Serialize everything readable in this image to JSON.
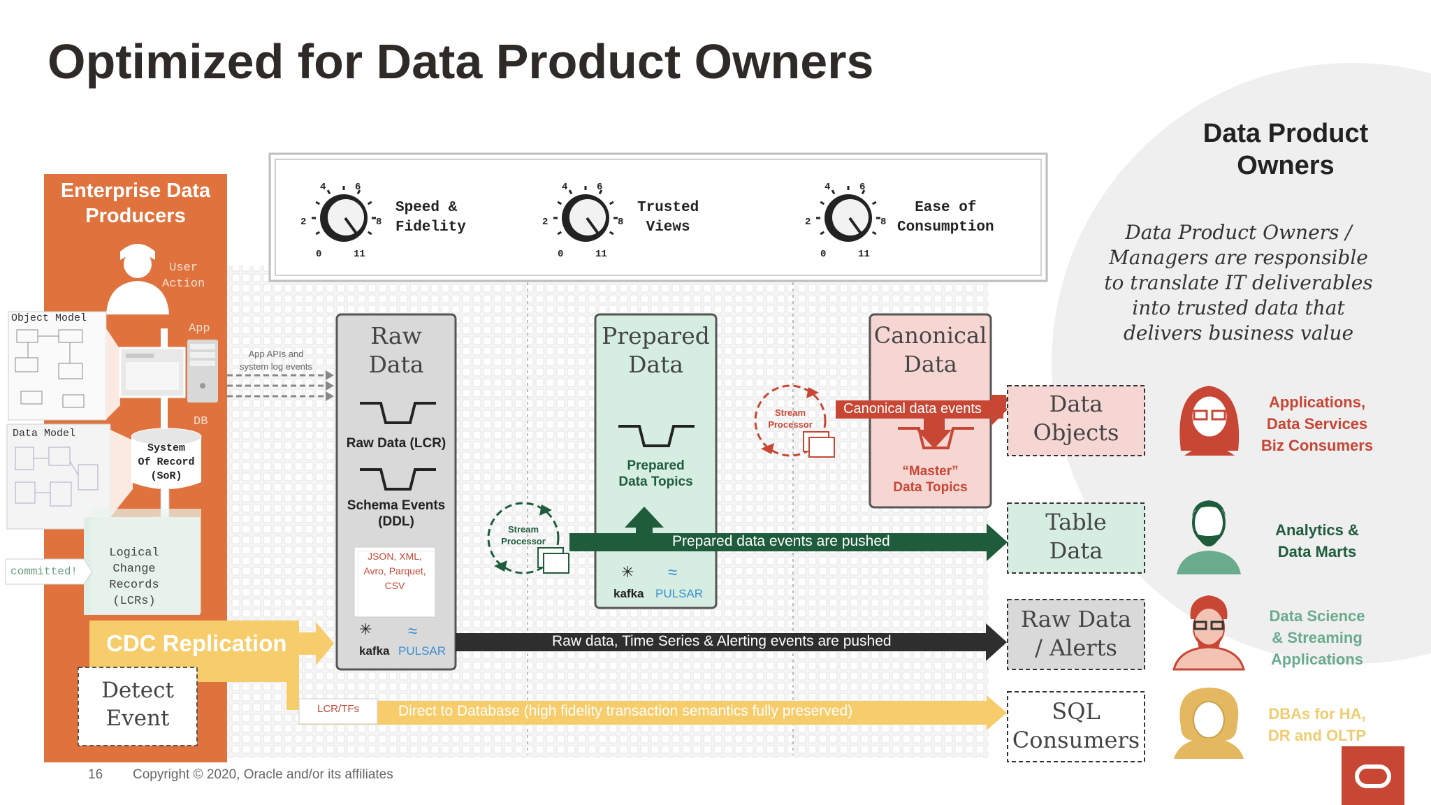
{
  "slide": {
    "title": "Optimized for Data Product Owners",
    "page_number": "16",
    "copyright": "Copyright © 2020, Oracle and/or its affiliates"
  },
  "knobs": [
    {
      "label_line1": "Speed &",
      "label_line2": "Fidelity"
    },
    {
      "label_line1": "Trusted",
      "label_line2": "Views"
    },
    {
      "label_line1": "Ease of",
      "label_line2": "Consumption"
    }
  ],
  "knob_scale": {
    "t0": "0",
    "t2": "2",
    "t4": "4",
    "t6": "6",
    "t8": "8",
    "t11": "11"
  },
  "producers": {
    "header_line1": "Enterprise Data",
    "header_line2": "Producers",
    "user_action_line1": "User",
    "user_action_line2": "Action",
    "app": "App",
    "db": "DB",
    "object_model": "Object Model",
    "data_model": "Data Model",
    "sor_line1": "System",
    "sor_line2": "Of Record",
    "sor_line3": "(SoR)",
    "lcr_line1": "Logical",
    "lcr_line2": "Change",
    "lcr_line3": "Records",
    "lcr_line4": "(LCRs)",
    "committed": "committed!",
    "cdc": "CDC Replication",
    "detect_line1": "Detect",
    "detect_line2": "Event",
    "app_apis_line1": "App APIs and",
    "app_apis_line2": "system log events",
    "lcr_tfs": "LCR/TFs"
  },
  "raw_data": {
    "title_line1": "Raw",
    "title_line2": "Data",
    "lcr": "Raw Data (LCR)",
    "schema_line1": "Schema Events",
    "schema_line2": "(DDL)",
    "formats_line1": "JSON, XML,",
    "formats_line2": "Avro, Parquet,",
    "formats_line3": "CSV",
    "kafka": "kafka",
    "pulsar": "PULSAR"
  },
  "prepared_data": {
    "title_line1": "Prepared",
    "title_line2": "Data",
    "topics_line1": "Prepared",
    "topics_line2": "Data Topics",
    "kafka": "kafka",
    "pulsar": "PULSAR"
  },
  "canonical_data": {
    "title_line1": "Canonical",
    "title_line2": "Data",
    "events": "Canonical data events",
    "master_line1": "“Master”",
    "master_line2": "Data Topics"
  },
  "stream_processor": {
    "line1": "Stream",
    "line2": "Processor"
  },
  "flows": {
    "prepared_pushed": "Prepared data events are pushed",
    "raw_pushed": "Raw data, Time Series & Alerting events are pushed",
    "direct_db": "Direct to Database (high fidelity transaction semantics fully preserved)"
  },
  "outputs": [
    {
      "line1": "Data",
      "line2": "Objects"
    },
    {
      "line1": "Table",
      "line2": "Data"
    },
    {
      "line1": "Raw Data",
      "line2": "/ Alerts"
    },
    {
      "line1": "SQL",
      "line2": "Consumers"
    }
  ],
  "owners": {
    "header_line1": "Data Product",
    "header_line2": "Owners",
    "desc_line1": "Data Product Owners /",
    "desc_line2": "Managers are responsible",
    "desc_line3": "to translate IT deliverables",
    "desc_line4": "into trusted data that",
    "desc_line5": "delivers business value"
  },
  "consumers": [
    {
      "line1": "Applications,",
      "line2": "Data Services",
      "line3": "Biz Consumers",
      "color": "#c74634"
    },
    {
      "line1": "Analytics &",
      "line2": "Data Marts",
      "line3": "",
      "color": "#1f5f3f"
    },
    {
      "line1": "Data Science",
      "line2": "& Streaming",
      "line3": "Applications",
      "color": "#6aab8e"
    },
    {
      "line1": "DBAs for HA,",
      "line2": "DR and OLTP",
      "line3": "",
      "color": "#f0cc71"
    }
  ],
  "colors": {
    "orange": "#e0733d",
    "dark_green": "#1e5c3c",
    "red": "#c74634",
    "charcoal": "#2e2e2e",
    "yellow": "#f7cc6a",
    "mint": "#d6eee2",
    "pink": "#f6d6d3",
    "grey_box": "#d9d9d9"
  }
}
